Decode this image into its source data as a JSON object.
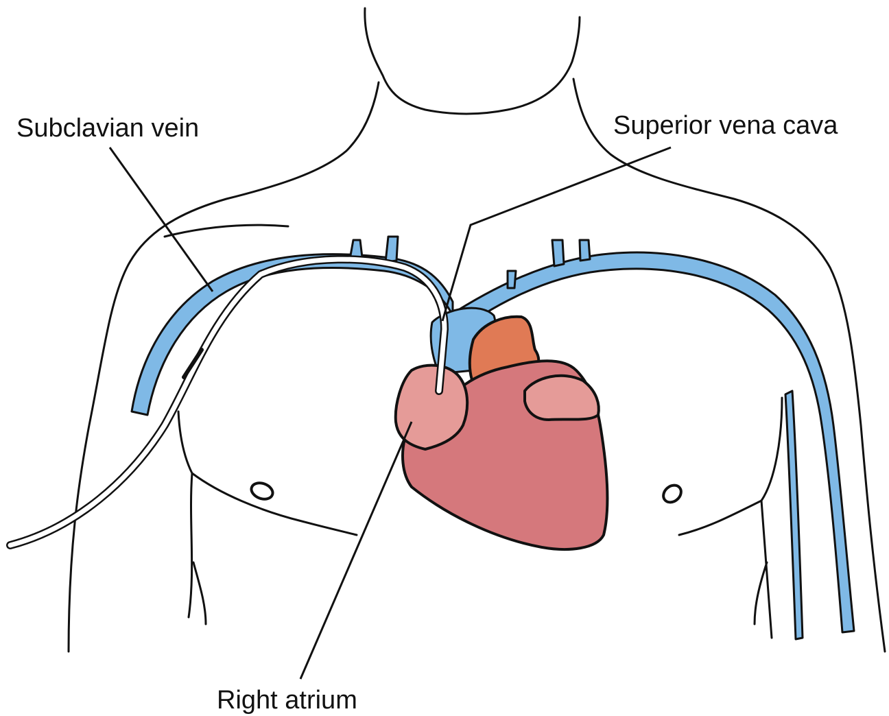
{
  "labels": {
    "subclavian_vein": "Subclavian vein",
    "superior_vena_cava": "Superior vena cava",
    "right_atrium": "Right atrium"
  },
  "colors": {
    "outline": "#111111",
    "vein": "#7fb9e6",
    "heart": "#d5787c",
    "atrium": "#e59b98",
    "aorta": "#e07a55",
    "catheter": "#ffffff"
  }
}
